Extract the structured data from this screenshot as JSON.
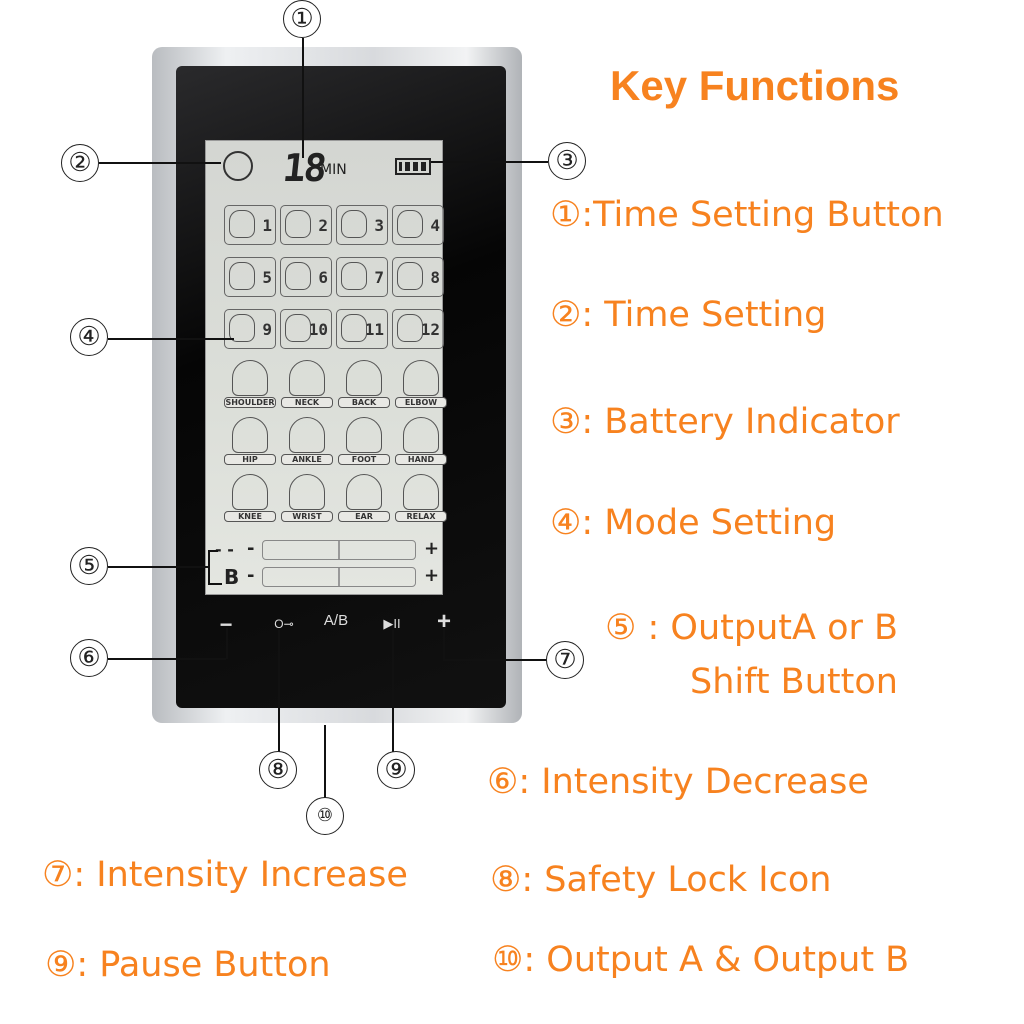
{
  "title": "Key Functions",
  "accent": "#f7821f",
  "lcd": {
    "timer": "18",
    "timer_unit": "MIN",
    "output_a": "- -",
    "output_b": "B",
    "minus": "-",
    "plus": "+"
  },
  "modes": [
    "1",
    "2",
    "3",
    "4",
    "5",
    "6",
    "7",
    "8",
    "9",
    "10",
    "11",
    "12"
  ],
  "body_parts": [
    "SHOULDER",
    "NECK",
    "BACK",
    "ELBOW",
    "HIP",
    "ANKLE",
    "FOOT",
    "HAND",
    "KNEE",
    "WRIST",
    "EAR",
    "RELAX"
  ],
  "buttons": {
    "minus": "−",
    "lock": "O⊸",
    "ab": "A/B",
    "play_pause": "▶II",
    "plus": "+"
  },
  "callouts": [
    "①",
    "②",
    "③",
    "④",
    "⑤",
    "⑥",
    "⑦",
    "⑧",
    "⑨",
    "⑩"
  ],
  "legend": [
    "①:Time Setting Button",
    "②: Time Setting",
    "③: Battery Indicator",
    "④: Mode Setting",
    "⑤ : OutputA or B",
    "Shift Button",
    "⑥: Intensity Decrease",
    "⑦: Intensity Increase",
    "⑧: Safety Lock Icon",
    "⑨: Pause Button",
    "⑩: Output A & Output B"
  ]
}
